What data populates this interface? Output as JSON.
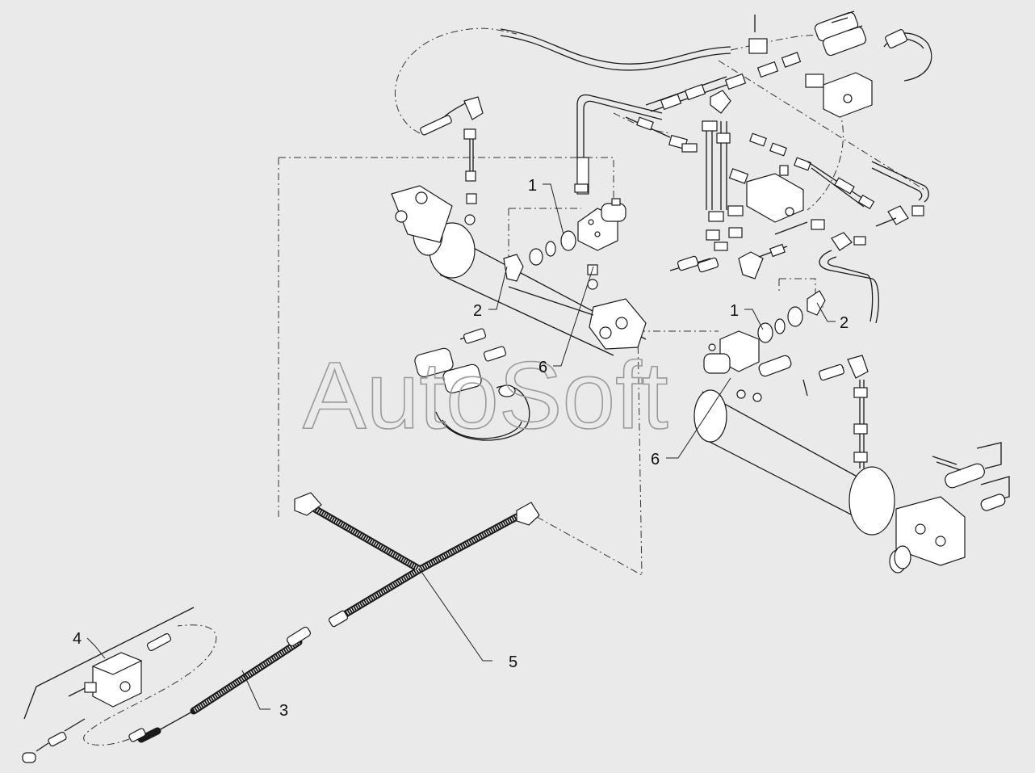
{
  "watermark": "AutoSoft",
  "callouts": {
    "c1a": "1",
    "c1b": "1",
    "c2a": "2",
    "c2b": "2",
    "c3": "3",
    "c4": "4",
    "c5": "5",
    "c6a": "6",
    "c6b": "6"
  }
}
